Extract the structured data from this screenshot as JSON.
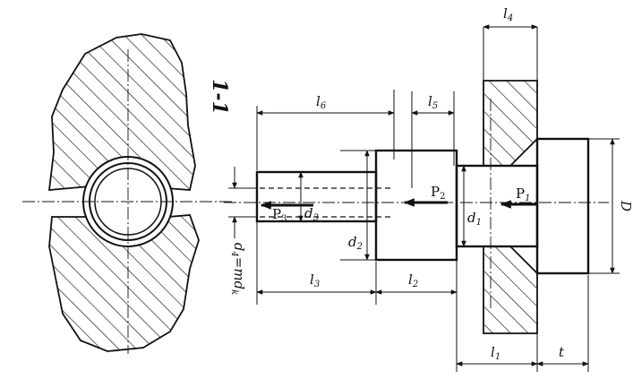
{
  "section_label": "1-1",
  "dimensions": {
    "l1": {
      "base": "l",
      "sub": "1"
    },
    "l2": {
      "base": "l",
      "sub": "2"
    },
    "l3": {
      "base": "l",
      "sub": "3"
    },
    "l4": {
      "base": "l",
      "sub": "4"
    },
    "l5": {
      "base": "l",
      "sub": "5"
    },
    "l6": {
      "base": "l",
      "sub": "6"
    },
    "t": "t",
    "D": "D",
    "d1": {
      "base": "d",
      "sub": "1"
    },
    "d2": {
      "base": "d",
      "sub": "2"
    },
    "d3": {
      "base": "d",
      "sub": "3"
    },
    "d4": {
      "base": "d",
      "sub": "4",
      "rest": "=md",
      "rest_sub": "k"
    }
  },
  "forces": {
    "P1": {
      "base": "P",
      "sub": "1"
    },
    "P2": {
      "base": "P",
      "sub": "2"
    },
    "P3": {
      "base": "P",
      "sub": "3"
    }
  }
}
